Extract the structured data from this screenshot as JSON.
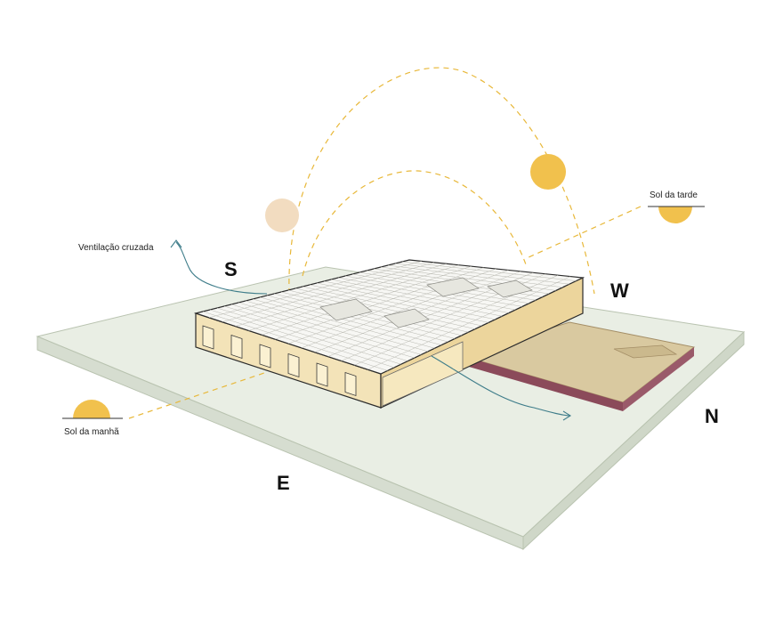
{
  "labels": {
    "cross_ventilation": "Ventilação cruzada",
    "morning_sun": "Sol da manhã",
    "afternoon_sun": "Sol da tarde"
  },
  "compass": {
    "south": "S",
    "west": "W",
    "north": "N",
    "east": "E"
  },
  "colors": {
    "ground": "#e9eee4",
    "ground_edge": "#c9d2c2",
    "building_wood": "#f3e3b8",
    "roof_grid": "#f7f7f4",
    "terrace": "#d9c9a0",
    "terrace_edge": "#8b4a5a",
    "sun": "#f1c14d",
    "sun_faded": "#f2dcc0",
    "sun_path": "#e8b83a",
    "airflow": "#3f7d8a"
  }
}
